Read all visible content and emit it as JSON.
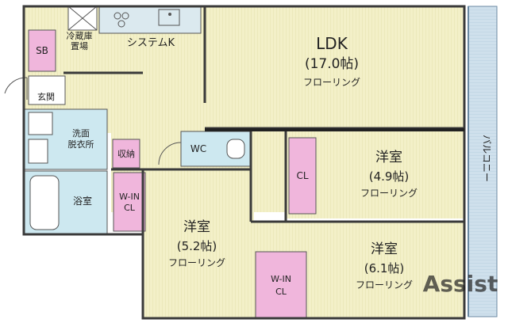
{
  "rooms": {
    "ldk": {
      "name": "LDK",
      "size": "(17.0帖)",
      "floor": "フローリング"
    },
    "western_a": {
      "name": "洋室",
      "size": "(4.9帖)",
      "floor": "フローリング"
    },
    "western_b": {
      "name": "洋室",
      "size": "(5.2帖)",
      "floor": "フローリング"
    },
    "western_c": {
      "name": "洋室",
      "size": "(6.1帖)",
      "floor": "フローリング"
    }
  },
  "labels": {
    "sb": "SB",
    "fridge_line1": "冷蔵庫",
    "fridge_line2": "置場",
    "kitchen": "システムK",
    "entrance": "玄関",
    "washroom_line1": "洗面",
    "washroom_line2": "脱衣所",
    "storage": "収納",
    "wc": "WC",
    "bath": "浴室",
    "walkin_a_line1": "W-IN",
    "walkin_a_line2": "CL",
    "cl": "CL",
    "walkin_b_line1": "W-IN",
    "walkin_b_line2": "CL",
    "balcony": "バルコニー"
  },
  "watermark": "Assist",
  "colors": {
    "floor": "#f2efc4",
    "closet": "#f0b6dc",
    "wet": "#cde8f0",
    "wall": "#3a3a3a",
    "balcony": "#c9dcea"
  }
}
